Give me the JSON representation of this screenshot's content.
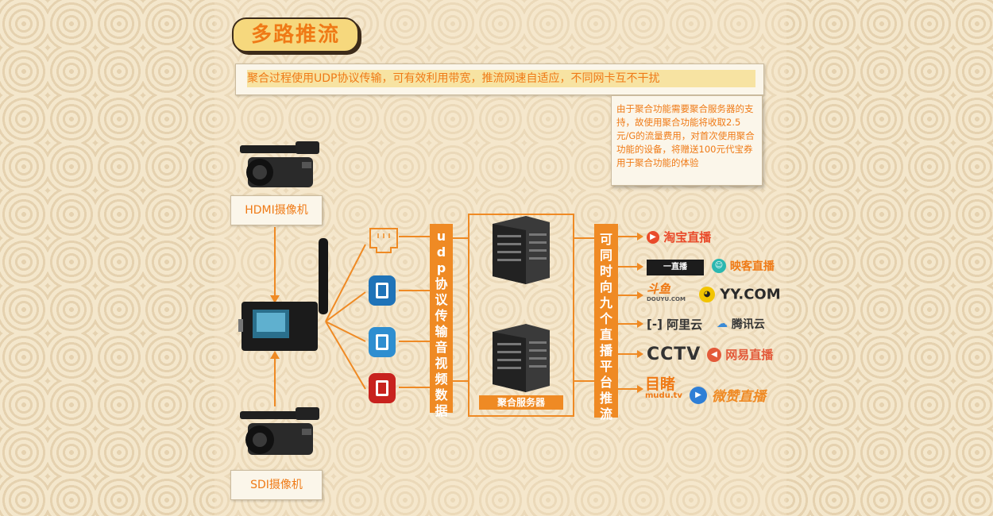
{
  "title": "多路推流",
  "banner": "聚合过程使用UDP协议传输，可有效利用带宽，推流网速自适应，不同网卡互不干扰",
  "note": "由于聚合功能需要聚合服务器的支持，故使用聚合功能将收取2.5元/G的流量费用，对首次使用聚合功能的设备，将赠送100元代宝券用于聚合功能的体验",
  "camera_top_label": "HDMI摄像机",
  "camera_bottom_label": "SDI摄像机",
  "udp_bar_chars": [
    "u",
    "d",
    "p",
    "协",
    "议",
    "传",
    "输",
    "音",
    "视",
    "频",
    "数",
    "据"
  ],
  "server_label": "聚合服务器",
  "push_bar_chars": [
    "可",
    "同",
    "时",
    "向",
    "九",
    "个",
    "直",
    "播",
    "平",
    "台",
    "推",
    "流"
  ],
  "platforms": {
    "taobao": "淘宝直播",
    "yizhibo": "一直播",
    "yingke": "映客直播",
    "douyu": "斗鱼",
    "douyu_sub": "DOUYU.COM",
    "yy": "YY.COM",
    "aliyun": "阿里云",
    "tencent": "腾讯云",
    "cctv": "CCTV",
    "netease": "网易直播",
    "mudu": "目睹",
    "mudu_sub": "mudu.tv",
    "weizan": "微赞直播"
  },
  "colors": {
    "accent": "#ef8a24",
    "text_orange": "#ef7a16"
  }
}
